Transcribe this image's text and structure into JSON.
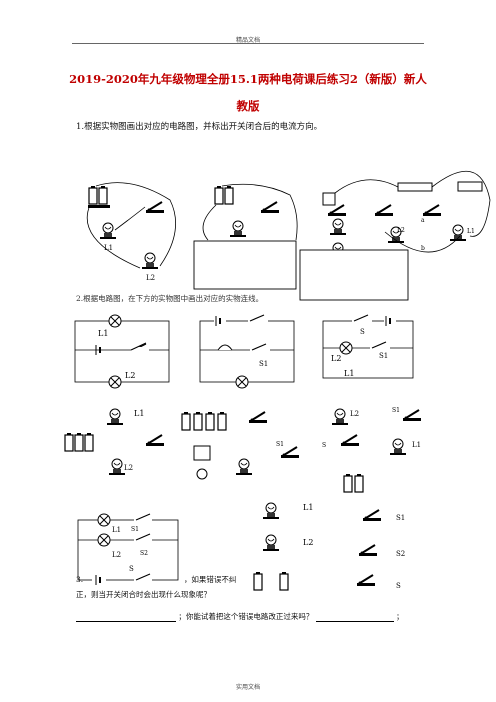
{
  "header": {
    "text": "精品文档"
  },
  "title": {
    "line1": "2019-2020年九年级物理全册15.1两种电荷课后练习2（新版）新人",
    "line2": "教版"
  },
  "q1": {
    "text": "1.根据实物图画出对应的电路图，并标出开关闭合后的电流方向。"
  },
  "q2": {
    "text": "2.根据电路图，在下方的实物图中画出对应的实物连线。"
  },
  "q3": {
    "pre": "3.",
    "text1": "，如果错误不纠",
    "text2": "正，则当开关闭合时会出现什么现象呢？",
    "text3": "；你能试着把这个错误电路改正过来吗？",
    "end": "；"
  },
  "labels": {
    "L1": "L1",
    "L2": "L2",
    "S": "S",
    "S1": "S1",
    "S2": "S2",
    "a": "a",
    "b": "b"
  },
  "footer": {
    "text": "实用文档"
  }
}
